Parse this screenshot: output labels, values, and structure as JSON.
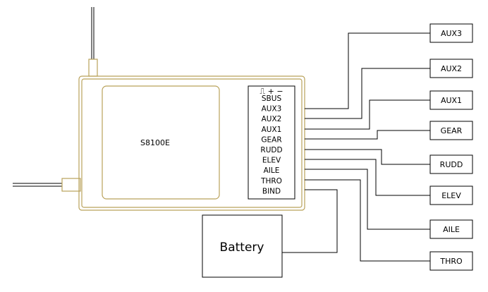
{
  "receiver": {
    "model": "S8100E",
    "pin_header_symbols": "⎍ + −",
    "ports": [
      "SBUS",
      "AUX3",
      "AUX2",
      "AUX1",
      "GEAR",
      "RUDD",
      "ELEV",
      "AILE",
      "THRO",
      "BIND"
    ]
  },
  "battery": {
    "label": "Battery"
  },
  "channels": [
    "AUX3",
    "AUX2",
    "AUX1",
    "GEAR",
    "RUDD",
    "ELEV",
    "AILE",
    "THRO"
  ]
}
